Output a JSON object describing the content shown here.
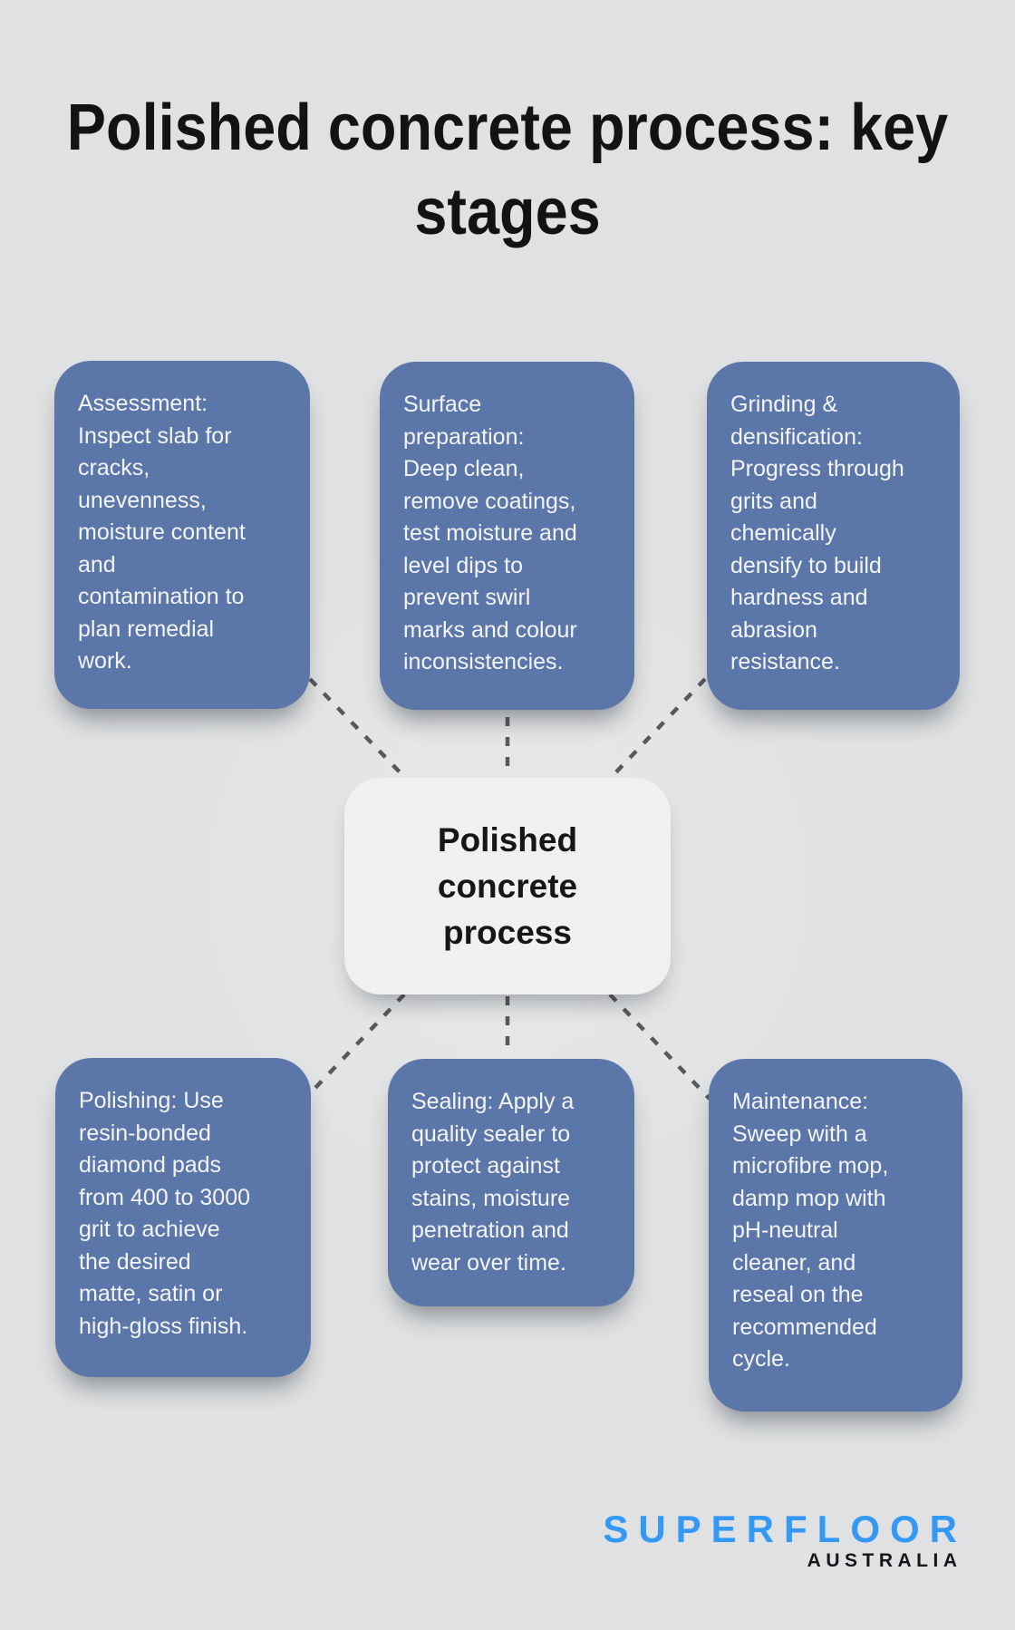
{
  "title": "Polished concrete process: key\nstages",
  "center_node": {
    "label": "Polished\nconcrete\nprocess"
  },
  "stages": [
    {
      "name": "assessment",
      "text": "Assessment:\nInspect slab for\ncracks,\nunevenness,\nmoisture content\nand\ncontamination to\nplan remedial\nwork."
    },
    {
      "name": "surface-preparation",
      "text": "Surface\npreparation:\nDeep clean,\nremove coatings,\ntest moisture and\nlevel dips to\nprevent swirl\nmarks and colour\ninconsistencies."
    },
    {
      "name": "grinding-densification",
      "text": "Grinding &\ndensification:\nProgress through\ngrits and\nchemically\ndensify to build\nhardness and\nabrasion\nresistance."
    },
    {
      "name": "polishing",
      "text": "Polishing: Use\nresin-bonded\ndiamond pads\nfrom 400 to 3000\ngrit to achieve\nthe desired\nmatte, satin or\nhigh-gloss finish."
    },
    {
      "name": "sealing",
      "text": "Sealing: Apply a\nquality sealer to\nprotect against\nstains, moisture\npenetration and\nwear over time."
    },
    {
      "name": "maintenance",
      "text": "Maintenance:\nSweep with a\nmicrofibre mop,\ndamp mop with\npH-neutral\ncleaner, and\nreseal on the\nrecommended\ncycle."
    }
  ],
  "logo": {
    "brand": "SUPERFLOOR",
    "region": "AUSTRALIA"
  },
  "colors": {
    "background": "#dfe1e2",
    "card_blue": "#5b76a8",
    "card_text": "#f3f5f9",
    "center_bg": "#eef0f1",
    "center_text": "#161616",
    "connector": "#58595b",
    "title_color": "#131313",
    "logo_blue": "#3498f5",
    "logo_dark": "#14161a"
  }
}
